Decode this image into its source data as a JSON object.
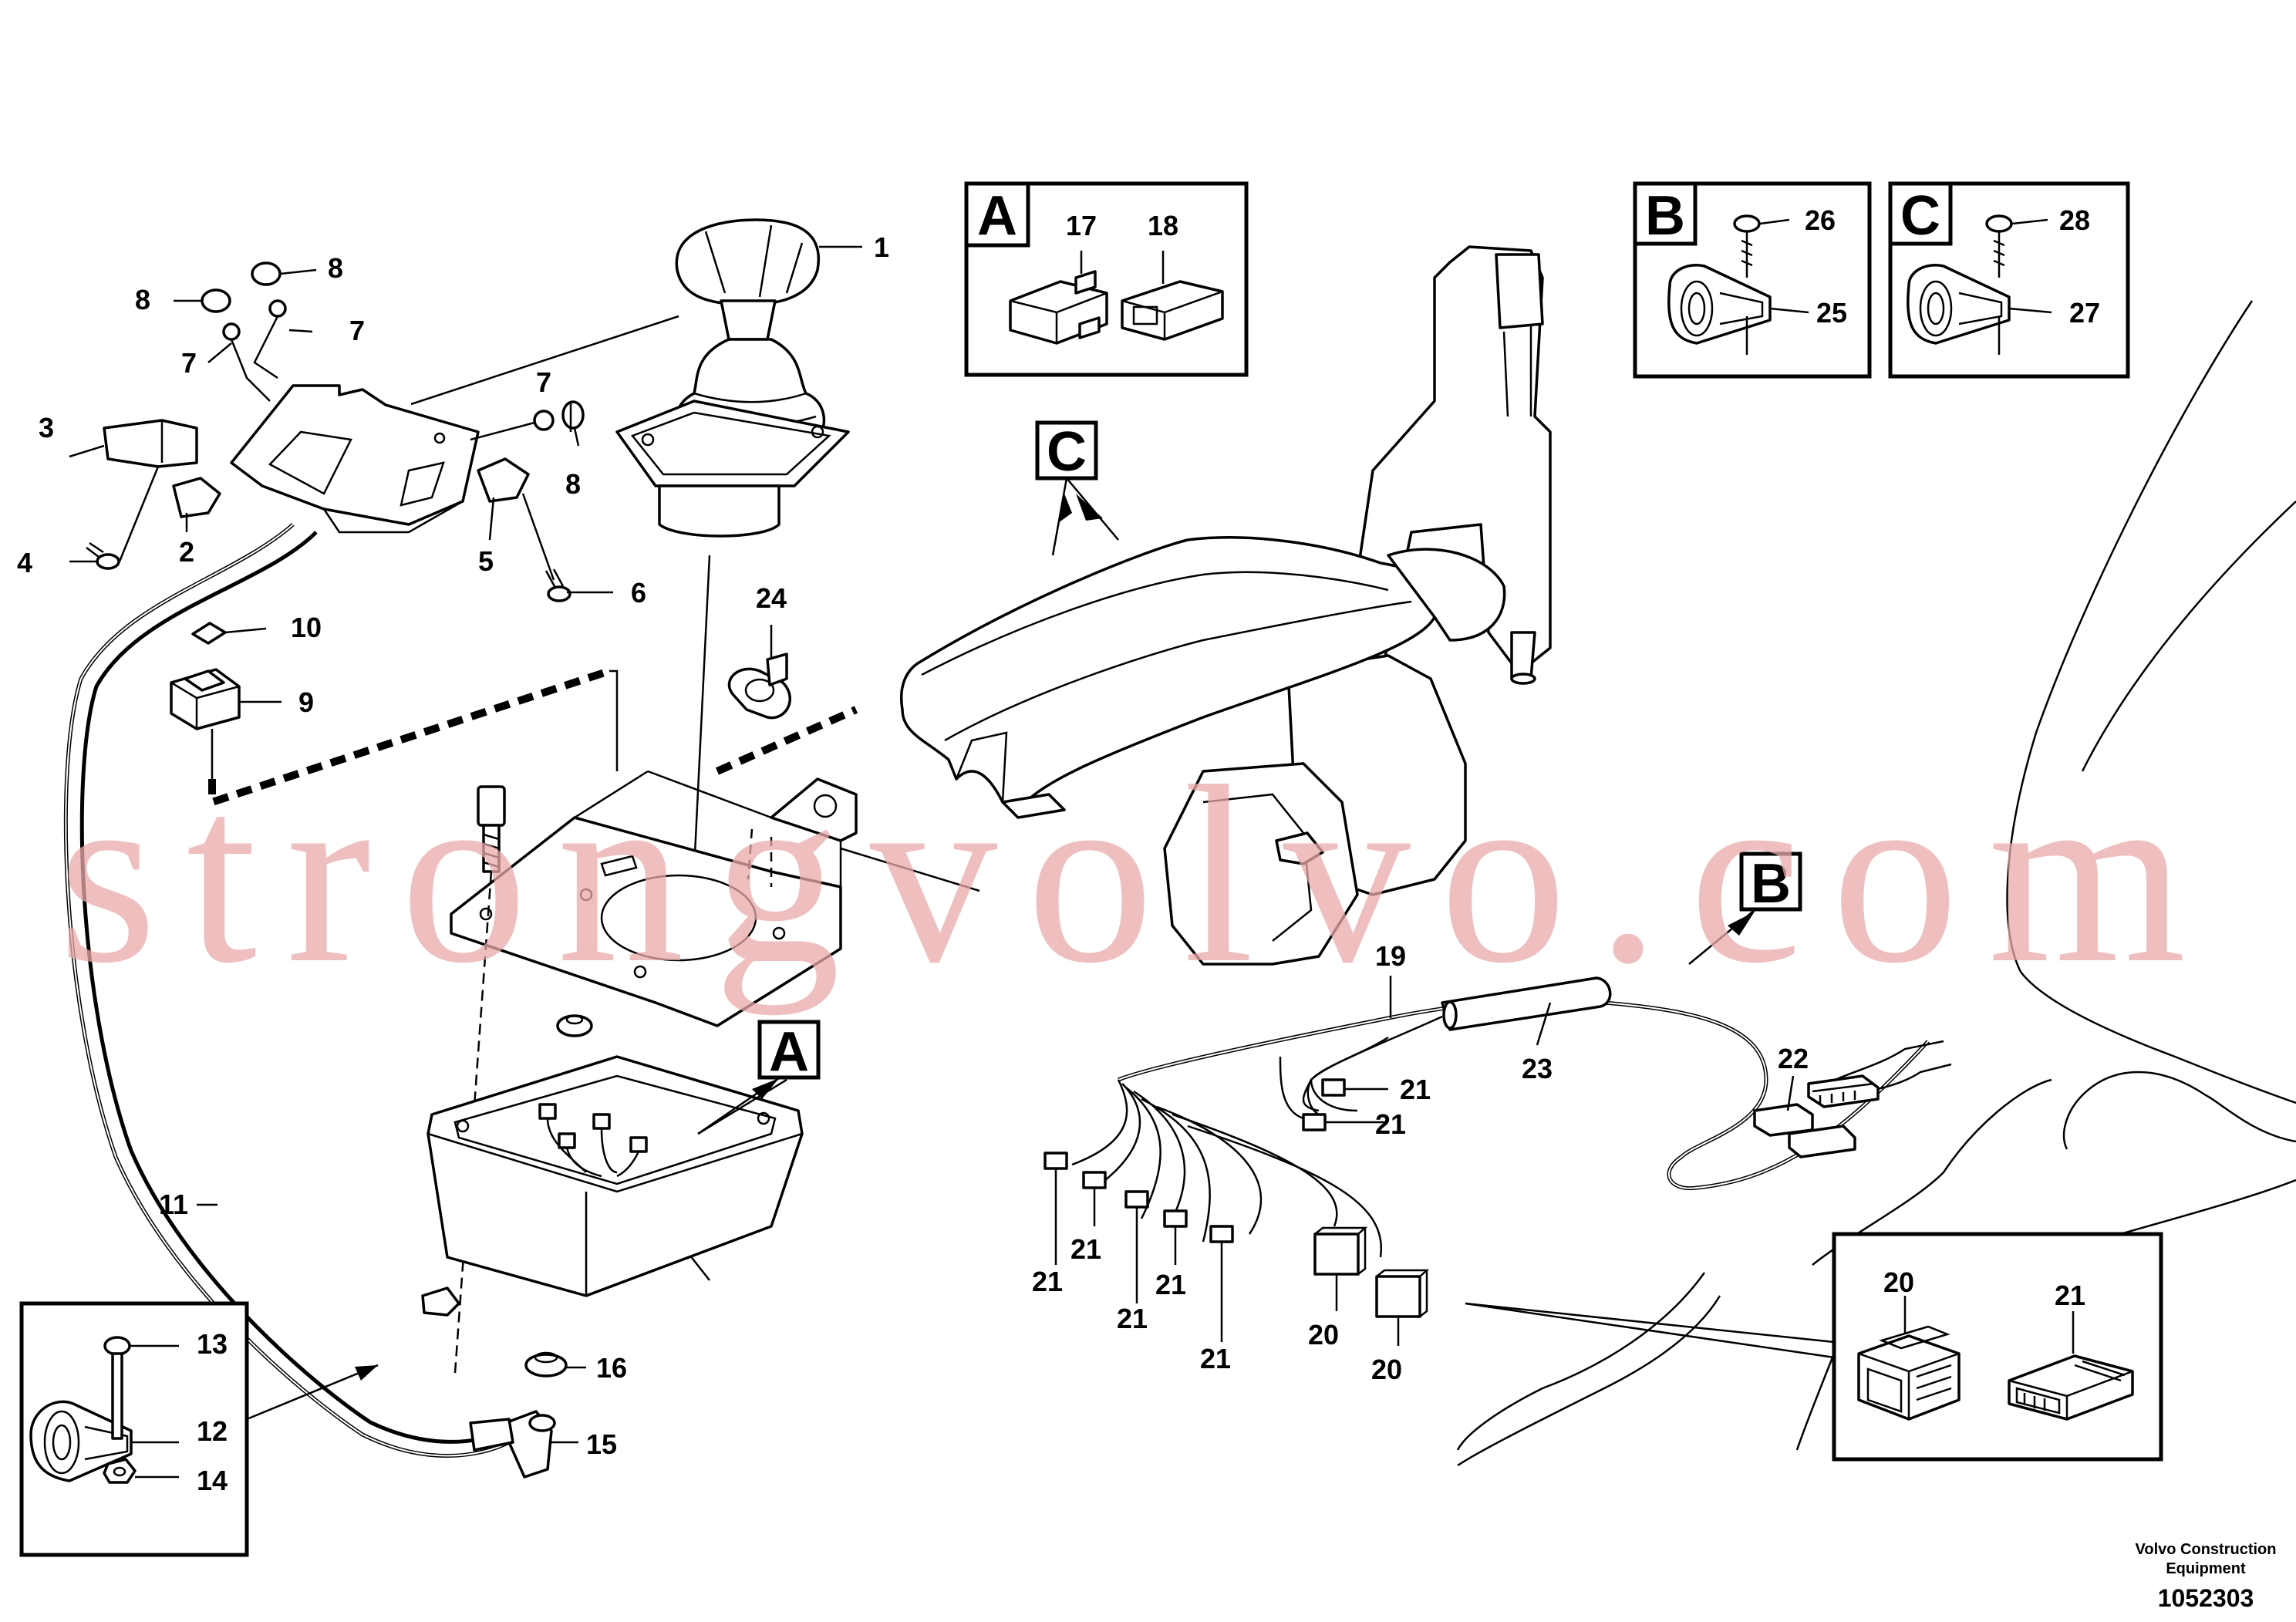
{
  "diagram": {
    "callouts": {
      "c1": "1",
      "c2": "2",
      "c3": "3",
      "c4": "4",
      "c5": "5",
      "c6": "6",
      "c7a": "7",
      "c7b": "7",
      "c7c": "7",
      "c8a": "8",
      "c8b": "8",
      "c8c": "8",
      "c9": "9",
      "c10": "10",
      "c11": "11",
      "c12": "12",
      "c13": "13",
      "c14": "14",
      "c15": "15",
      "c16": "16",
      "c17": "17",
      "c18": "18",
      "c19": "19",
      "c20a": "20",
      "c20b": "20",
      "c20c": "20",
      "c21a": "21",
      "c21b": "21",
      "c21c": "21",
      "c21d": "21",
      "c21e": "21",
      "c21f": "21",
      "c21g": "21",
      "c21h": "21",
      "c22": "22",
      "c23": "23",
      "c24": "24",
      "c25": "25",
      "c26": "26",
      "c27": "27",
      "c28": "28"
    },
    "detail_boxes": {
      "box_a_letter": "A",
      "box_b_letter": "B",
      "box_c_letter": "C"
    },
    "view_markers": {
      "marker_a": "A",
      "marker_b": "B",
      "marker_c": "C"
    },
    "credit": {
      "line1": "Volvo Construction",
      "line2": "Equipment",
      "drawing_number": "1052303"
    },
    "watermark": "strongvolvo.com"
  }
}
